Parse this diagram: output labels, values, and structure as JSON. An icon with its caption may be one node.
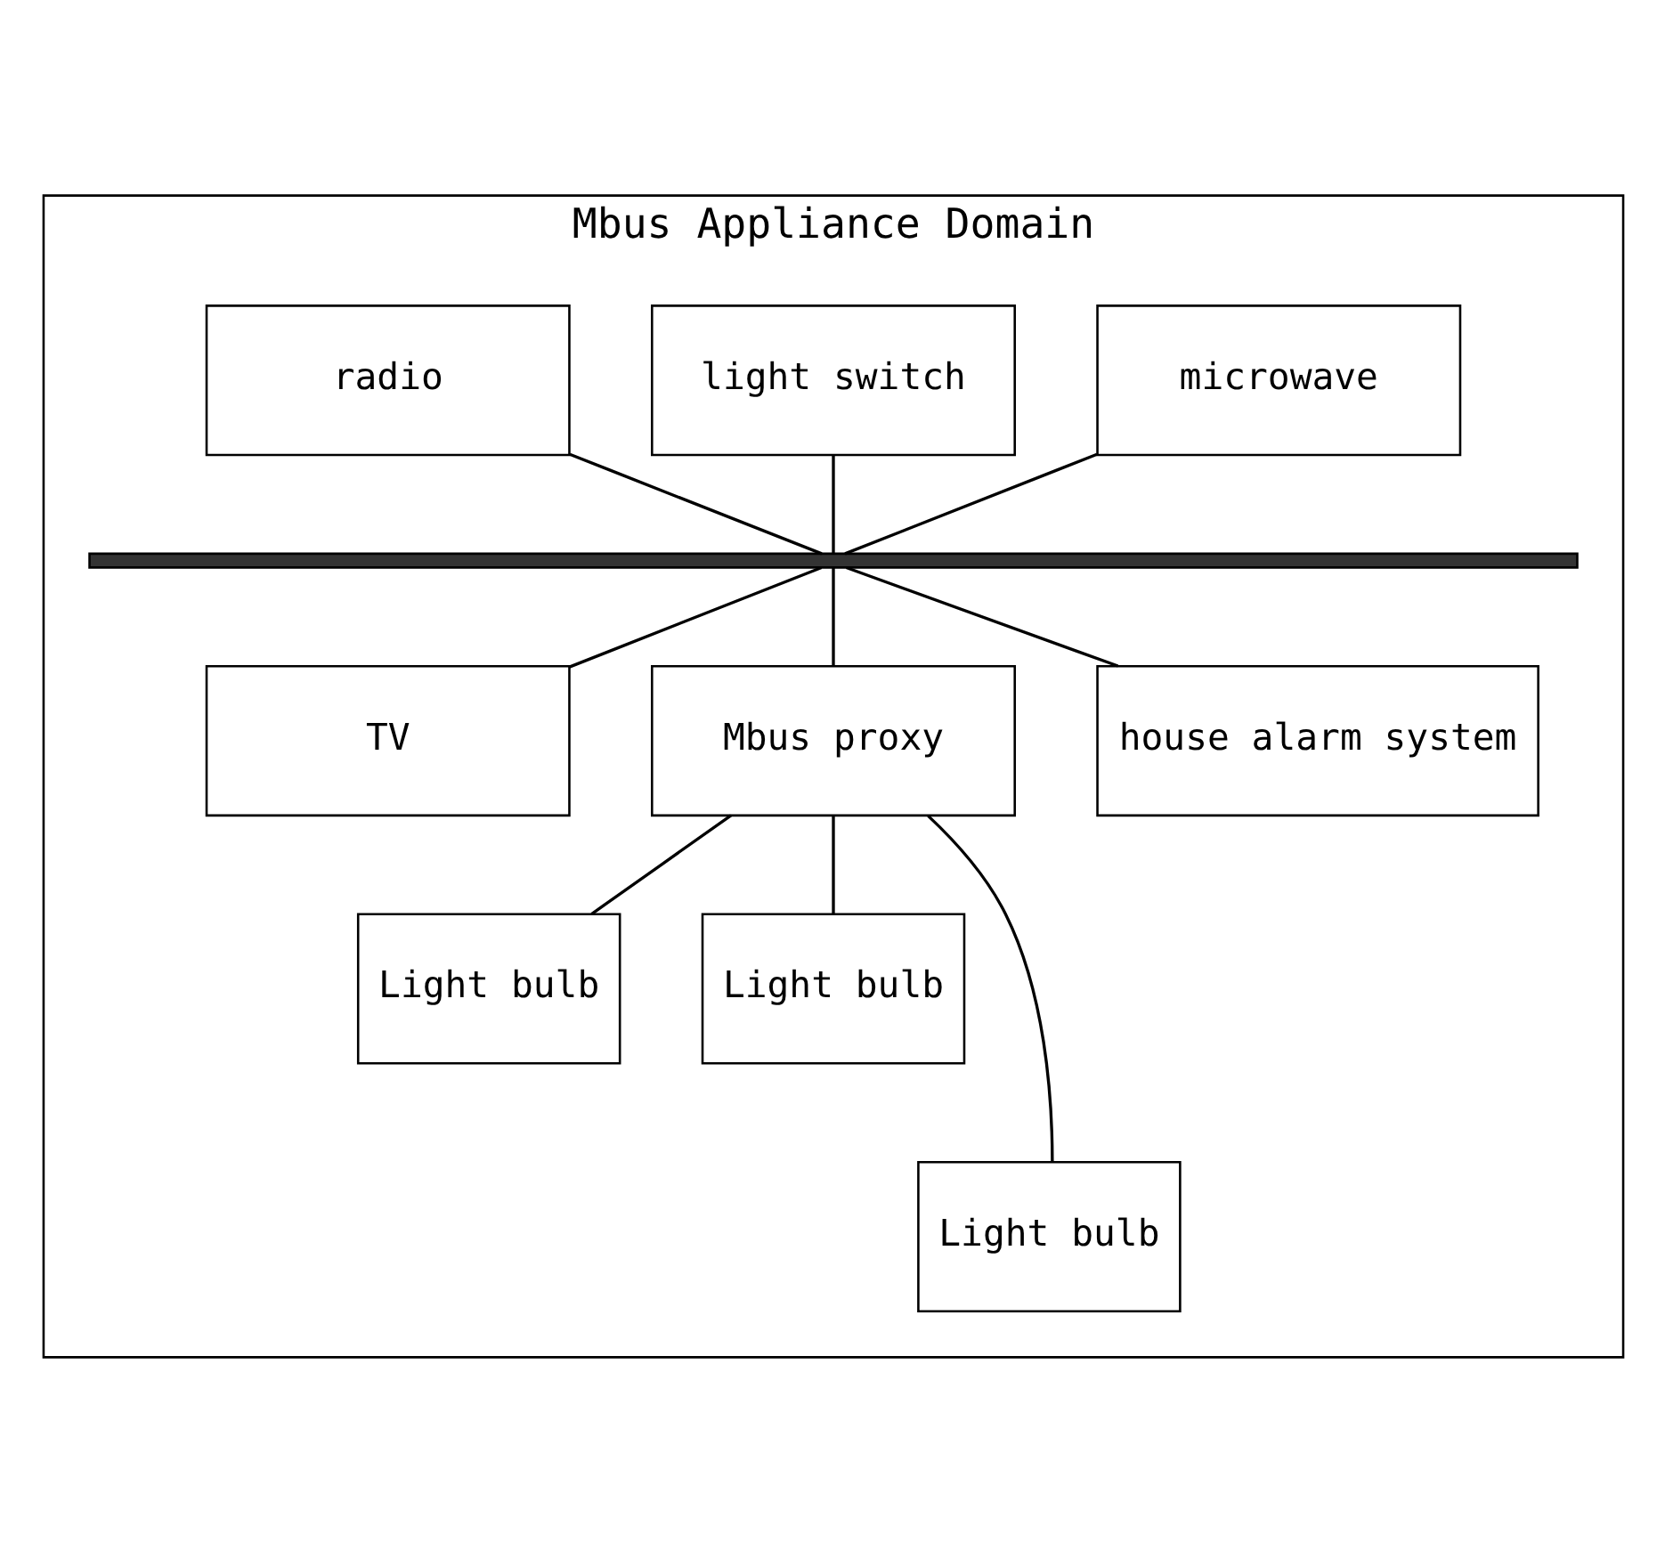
{
  "diagram": {
    "nodes": [
      {
        "text": [
          "Mbus Appliance Domain"
        ]
      },
      {
        "text": [
          "microwave"
        ],
        "in": 0
      },
      {
        "text": [
          "light switch"
        ],
        "in": 0
      },
      {
        "text": [
          "radio"
        ],
        "in": 0
      },
      {
        "text": [],
        "shape": "bar",
        "in": 0
      },
      {
        "text": [
          "TV"
        ],
        "in": 0
      },
      {
        "text": [
          "Mbus proxy"
        ],
        "in": 0
      },
      {
        "text": [
          "house alarm system"
        ],
        "in": 0
      },
      {
        "text": [
          "Light bulb"
        ],
        "in": 0
      },
      {
        "text": [
          "Light bulb"
        ],
        "in": 0
      },
      {
        "text": [
          "Light bulb"
        ],
        "in": 0
      }
    ],
    "edges": [
      {
        "from": 1,
        "to": 4,
        "arrow": "none"
      },
      {
        "from": 2,
        "to": 4,
        "arrow": "none"
      },
      {
        "from": 3,
        "to": 4,
        "arrow": "none"
      },
      {
        "from": 4,
        "to": 5,
        "arrow": "none"
      },
      {
        "from": 4,
        "to": 6,
        "arrow": "none"
      },
      {
        "from": 4,
        "to": 7,
        "arrow": "none"
      },
      {
        "from": 6,
        "to": 8,
        "arrow": "none"
      },
      {
        "from": 6,
        "to": 10,
        "arrow": "none"
      },
      {
        "from": 6,
        "to": 9,
        "arrow": "none"
      }
    ]
  }
}
